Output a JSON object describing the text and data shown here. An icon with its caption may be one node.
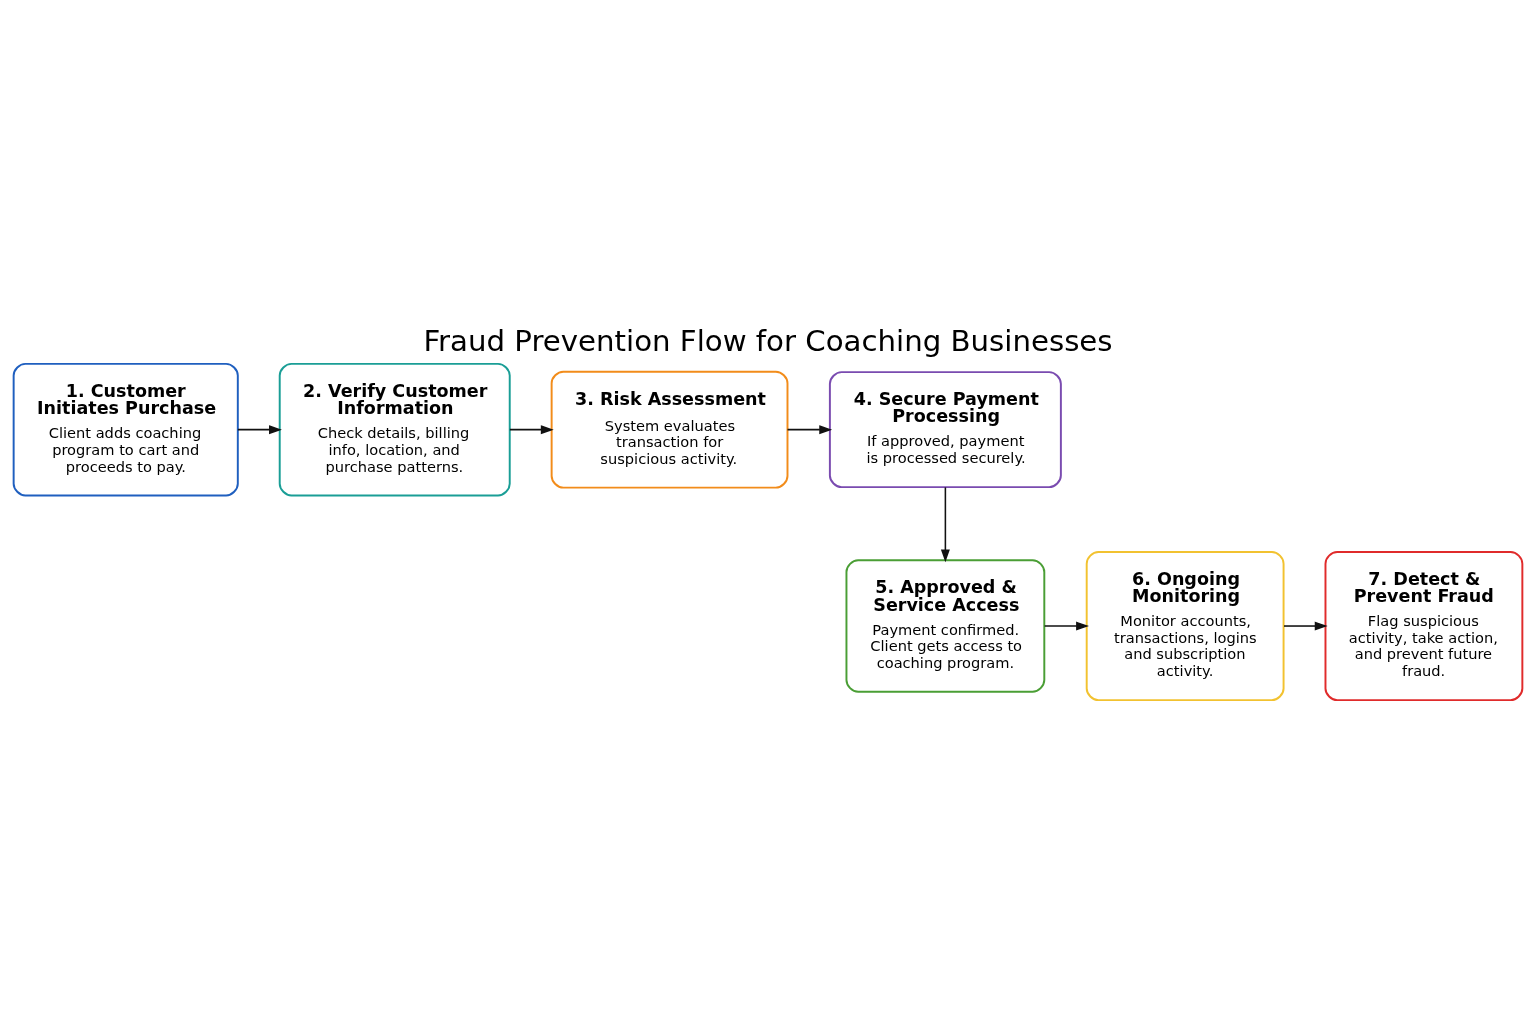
{
  "diagram": {
    "title": "Fraud Prevention Flow for Coaching Businesses",
    "nodes": [
      {
        "text": [
          "1. Customer Initiates Purchase",
          "Client adds coaching program to cart and proceeds to pay."
        ]
      },
      {
        "text": [
          "2. Verify Customer Information",
          "Check details, billing info, location, and purchase patterns."
        ]
      },
      {
        "text": [
          "3. Risk Assessment",
          "System evaluates transaction for suspicious activity."
        ]
      },
      {
        "text": [
          "4. Secure Payment Processing",
          "If approved, payment is processed securely."
        ]
      },
      {
        "text": [
          "5. Approved & Service Access",
          "Payment confirmed. Client gets access to coaching program."
        ]
      },
      {
        "text": [
          "6. Ongoing Monitoring",
          "Monitor accounts, transactions, logins and subscription activity."
        ]
      },
      {
        "text": [
          "7. Detect & Prevent Fraud",
          "Flag suspicious activity, take action, and prevent future fraud."
        ]
      }
    ],
    "edges": [
      {
        "from": 0,
        "to": 1,
        "arrow": "to"
      },
      {
        "from": 1,
        "to": 2,
        "arrow": "to"
      },
      {
        "from": 2,
        "to": 3,
        "arrow": "to"
      },
      {
        "from": 3,
        "to": 4,
        "arrow": "to"
      },
      {
        "from": 4,
        "to": 5,
        "arrow": "to"
      },
      {
        "from": 5,
        "to": 6,
        "arrow": "to"
      }
    ]
  }
}
